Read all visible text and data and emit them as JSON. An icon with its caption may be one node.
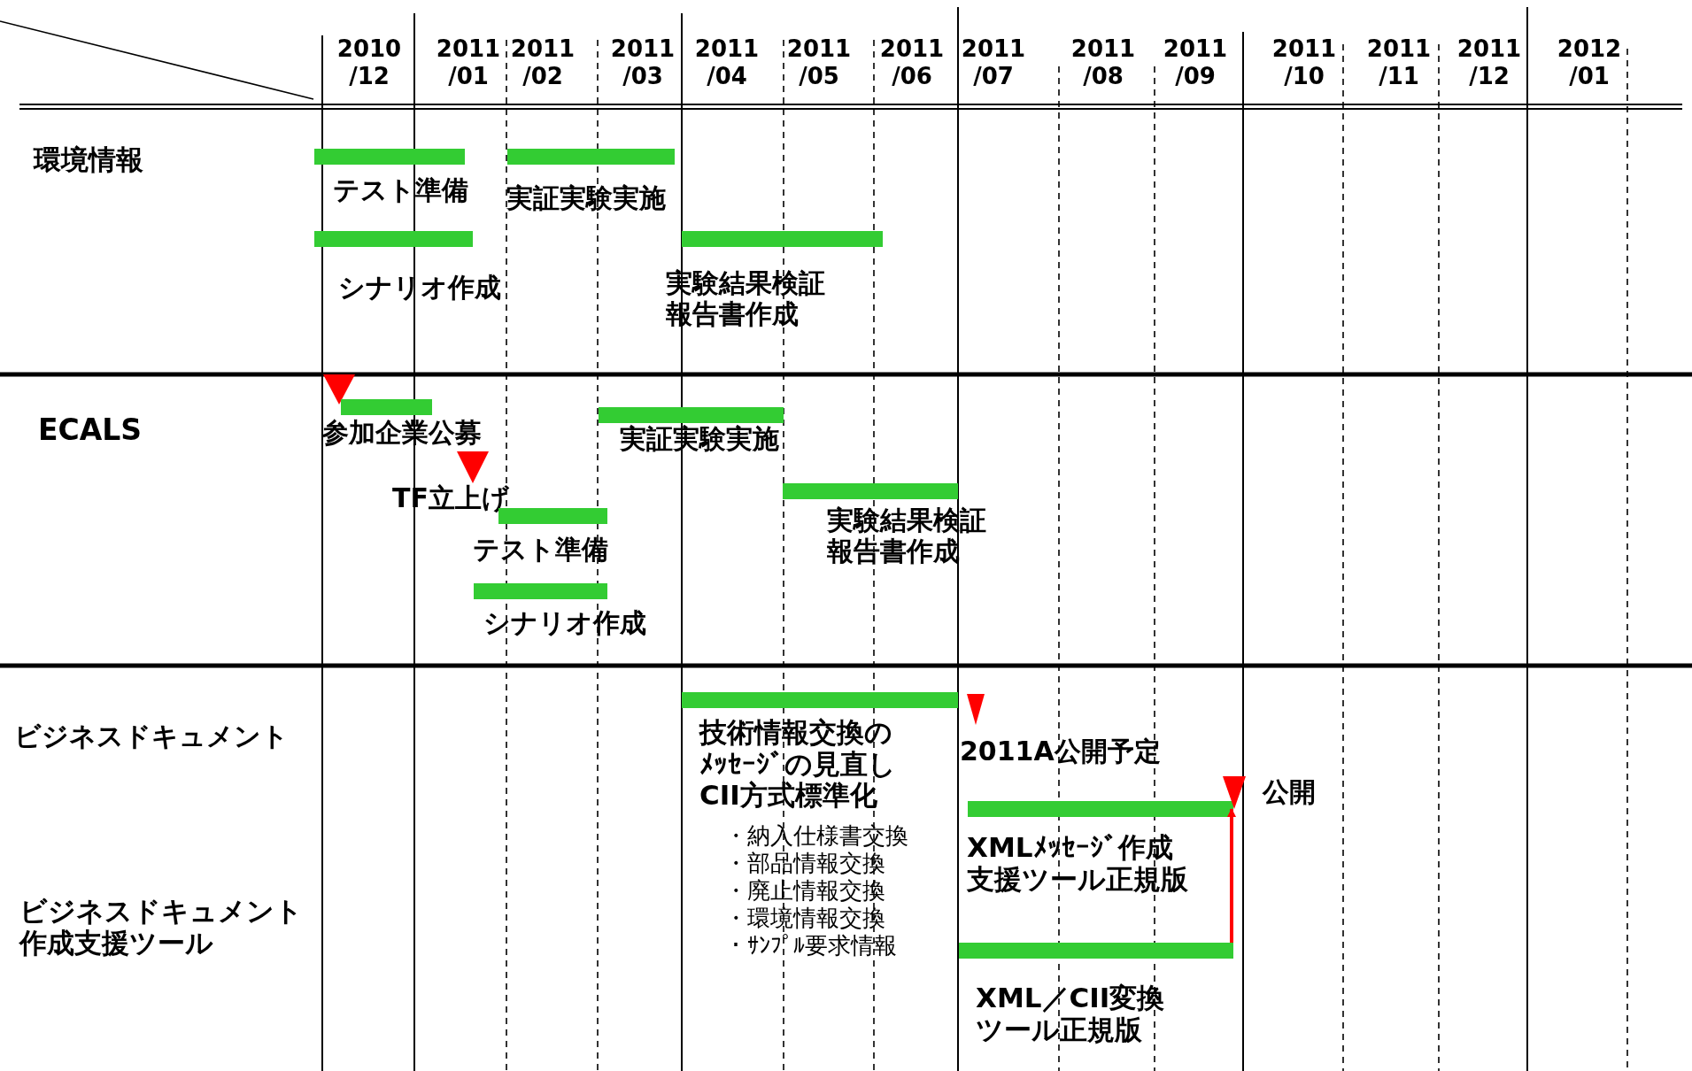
{
  "diagram": {
    "nodes": [
      {
        "text": [],
        "shape": "bar",
        "beside": [
          "テスト準備"
        ]
      },
      {
        "text": [],
        "shape": "bar",
        "beside": [
          "実証実験実施"
        ]
      },
      {
        "text": [],
        "shape": "bar",
        "beside": [
          "シナリオ作成"
        ]
      },
      {
        "text": [],
        "shape": "bar",
        "beside": [
          "実験結果検証報告書作成"
        ]
      },
      {
        "text": [],
        "shape": "triangle"
      },
      {
        "text": [],
        "shape": "bar",
        "beside": [
          "参加企業公募"
        ]
      },
      {
        "text": [],
        "shape": "triangle",
        "beside": [
          "TF立上げ"
        ]
      },
      {
        "text": [],
        "shape": "bar",
        "beside": [
          "実証実験実施"
        ]
      },
      {
        "text": [],
        "shape": "bar",
        "beside": [
          "テスト準備"
        ]
      },
      {
        "text": [],
        "shape": "bar",
        "beside": [
          "実験結果検証報告書作成"
        ]
      },
      {
        "text": [],
        "shape": "bar",
        "beside": [
          "シナリオ作成"
        ]
      },
      {
        "text": [],
        "shape": "bar",
        "beside": [
          "技術情報交換のﾒｯｾｰｼﾞの見直しCII方式標準化"
        ]
      },
      {
        "text": [],
        "shape": "triangle",
        "beside": [
          "2011A公開予定"
        ]
      },
      {
        "text": [],
        "shape": "bar",
        "beside": [
          "XMLﾒｯｾｰｼﾞ作成支援ツール正規版"
        ]
      },
      {
        "text": [],
        "shape": "triangle",
        "beside": [
          "公開"
        ]
      },
      {
        "text": [],
        "shape": "bar",
        "beside": [
          "XML／CII変換ツール正規版"
        ]
      }
    ],
    "edges": [
      {
        "from": 15,
        "to": 14,
        "arrow": "to",
        "color": "#ff0000"
      }
    ],
    "labels": [
      "2010 /12",
      "2011 /01",
      "2011 /02",
      "2011 /03",
      "2011 /04",
      "2011 /05",
      "2011 /06",
      "2011 /07",
      "2011 /08",
      "2011 /09",
      "2011 /10",
      "2011 /11",
      "2011 /12",
      "2012 /01",
      "環境情報",
      "ECALS",
      "ビジネスドキュメント",
      "・納入仕様書交換",
      "・部品情報交換",
      "・廃止情報交換",
      "・環境情報交換",
      "・ｻﾝﾌﾟﾙ要求情報",
      "ビジネスドキュメント作成支援ツール"
    ]
  }
}
